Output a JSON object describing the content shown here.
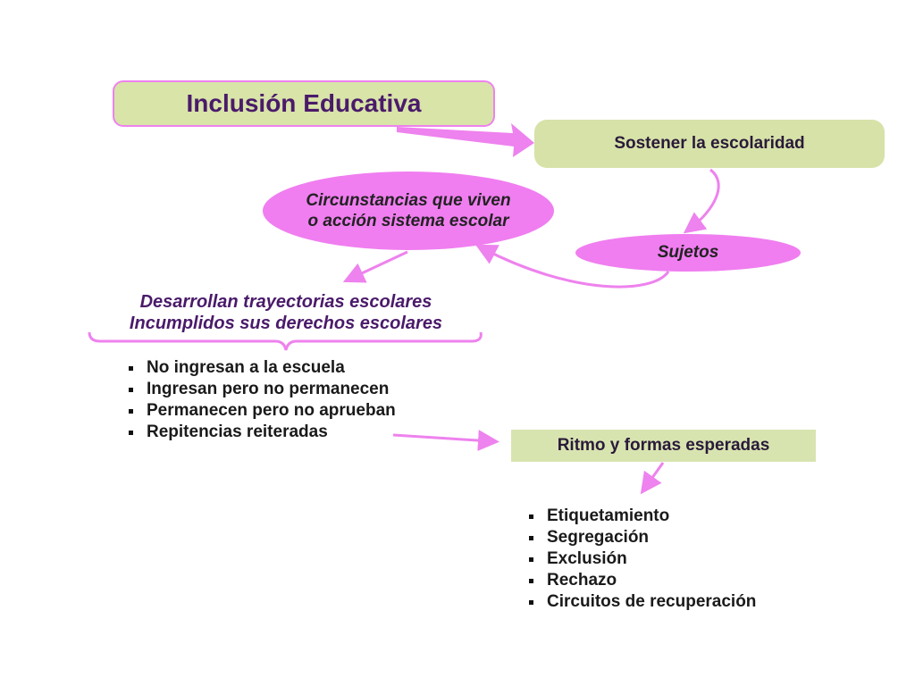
{
  "title": "Inclusión Educativa",
  "sostener": "Sostener la escolaridad",
  "circunstancias": {
    "line1": "Circunstancias que viven",
    "line2": "o acción sistema escolar"
  },
  "sujetos": "Sujetos",
  "desarrollan": {
    "line1": "Desarrollan trayectorias escolares",
    "line2": "Incumplidos sus derechos escolares"
  },
  "trayectorias_items": [
    "No ingresan a la escuela",
    "Ingresan pero no permanecen",
    "Permanecen pero no aprueban",
    "Repitencias reiteradas"
  ],
  "ritmo": "Ritmo y formas esperadas",
  "consecuencias_items": [
    "Etiquetamiento",
    "Segregación",
    "Exclusión",
    "Rechazo",
    "Circuitos de recuperación"
  ],
  "colors": {
    "accent_pink": "#ee82ee",
    "box_green": "#d6e2a8",
    "title_purple": "#4a1a6a"
  }
}
